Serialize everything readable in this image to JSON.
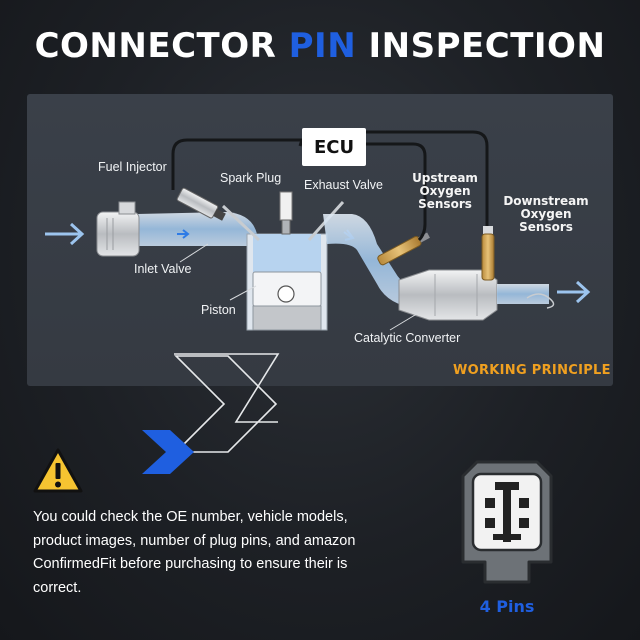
{
  "title": {
    "part1": "CONNECTOR ",
    "accent": "PIN",
    "part2": " INSPECTION"
  },
  "diagram": {
    "ecu": "ECU",
    "labels": {
      "fuel_injector": "Fuel Injector",
      "spark_plug": "Spark Plug",
      "exhaust_valve": "Exhaust Valve",
      "upstream_line1": "Upstream",
      "upstream_line2": "Oxygen Sensors",
      "downstream_line1": "Downstream",
      "downstream_line2": "Oxygen Sensors",
      "inlet_valve": "Inlet Valve",
      "piston": "Piston",
      "catalytic_converter": "Catalytic Converter"
    },
    "working_principle": "WORKING PRINCIPLE"
  },
  "notice": {
    "icon": "warning-icon",
    "text": "You could check the OE number, vehicle models, product images, number of plug pins, and amazon ConfirmedFit before purchasing to ensure their is correct."
  },
  "connector": {
    "icon": "connector-plug-icon",
    "label": "4 Pins"
  },
  "colors": {
    "accent_blue": "#1f5fe0",
    "working_orange": "#f0a020",
    "warning_yellow": "#f6c431"
  }
}
